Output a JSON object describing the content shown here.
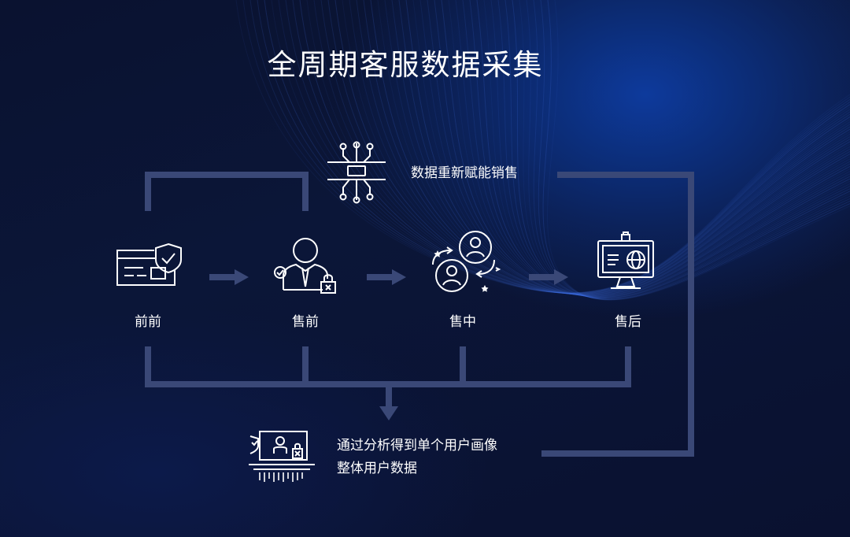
{
  "title": "全周期客服数据采集",
  "top_node": {
    "label": "数据重新赋能销售",
    "icon": "circuit-icon"
  },
  "stages": [
    {
      "label": "前前",
      "icon": "card-shield-icon"
    },
    {
      "label": "售前",
      "icon": "person-lock-icon"
    },
    {
      "label": "售中",
      "icon": "users-exchange-icon"
    },
    {
      "label": "售后",
      "icon": "monitor-globe-icon"
    }
  ],
  "bottom_node": {
    "line1": "通过分析得到单个用户画像",
    "line2": "整体用户数据",
    "icon": "user-data-board-icon"
  },
  "colors": {
    "background": "#0a1230",
    "accent_blue": "#1f4fc4",
    "connector": "#3b4a78",
    "text": "#ffffff"
  }
}
